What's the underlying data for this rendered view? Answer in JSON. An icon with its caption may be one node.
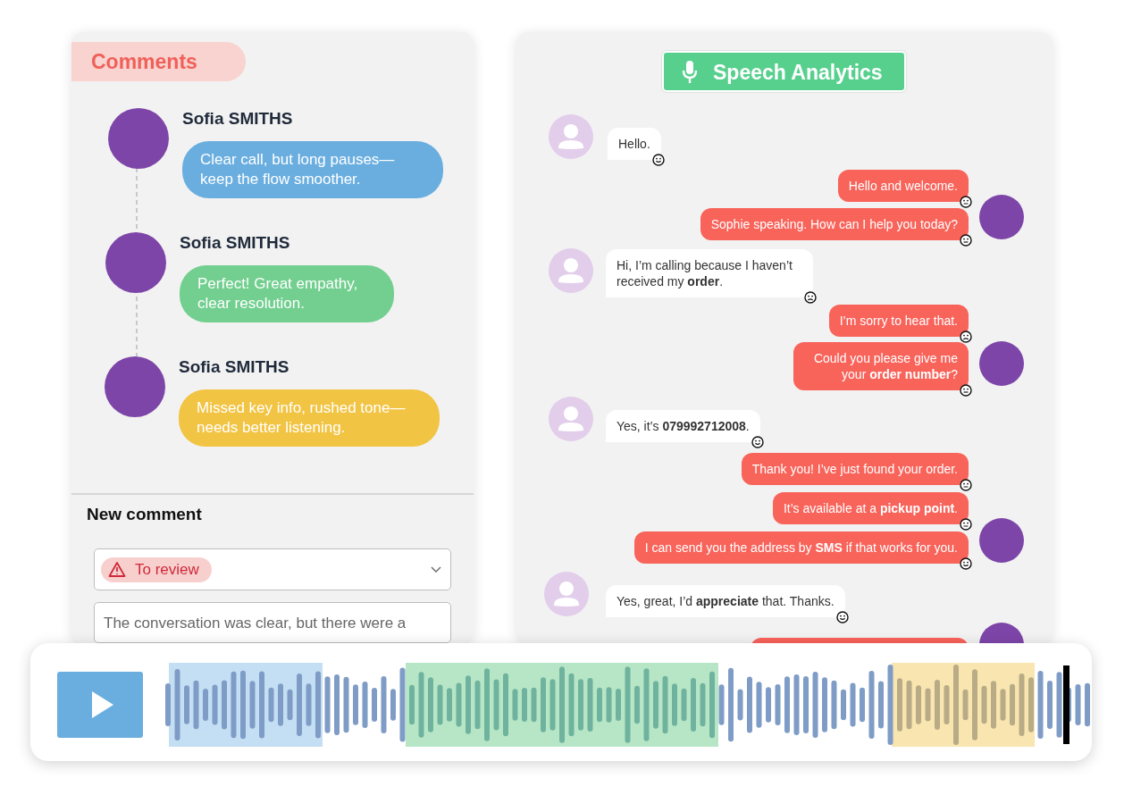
{
  "diagram": {
    "nodes": [
      {
        "text": [
          "Comments",
          "New comment"
        ]
      },
      {
        "text": [
          "Sofia SMITHS",
          "Clear call, but long pauses—keep the flow smoother."
        ],
        "in": 0
      },
      {
        "text": [
          "Sofia SMITHS",
          "Perfect! Great empathy, clear resolution."
        ],
        "in": 0
      },
      {
        "text": [
          "Sofia SMITHS",
          "Missed key info, rushed tone—needs better listening."
        ],
        "in": 0
      },
      {
        "text": [
          "To review"
        ],
        "in": 0
      },
      {
        "text": [
          "The conversation was clear, but there were a"
        ],
        "in": 0
      },
      {
        "text": [
          "Speech Analytics"
        ]
      },
      {
        "text": [
          "Hello."
        ],
        "in": 6
      },
      {
        "text": [
          "Hello and welcome."
        ],
        "in": 6
      },
      {
        "text": [
          "Sophie speaking. How can I help you today?"
        ],
        "in": 6
      },
      {
        "text": [
          "Hi, I’m calling because I haven’t received my **order**."
        ],
        "in": 6
      },
      {
        "text": [
          "I’m sorry to hear that."
        ],
        "in": 6
      },
      {
        "text": [
          "Could you please give me your **order number**?"
        ],
        "in": 6
      },
      {
        "text": [
          "Yes, it’s **079992712008**."
        ],
        "in": 6
      },
      {
        "text": [
          "Thank you! I’ve just found your order."
        ],
        "in": 6
      },
      {
        "text": [
          "It’s available at a **pickup point**."
        ],
        "in": 6
      },
      {
        "text": [
          "I can send you the address by **SMS** if that works for you."
        ],
        "in": 6
      },
      {
        "text": [
          "Yes, great, I’d **appreciate** that. Thanks."
        ],
        "in": 6
      },
      {
        "text": [],
        "shape": "box",
        "in": 6
      }
    ]
  }
}
